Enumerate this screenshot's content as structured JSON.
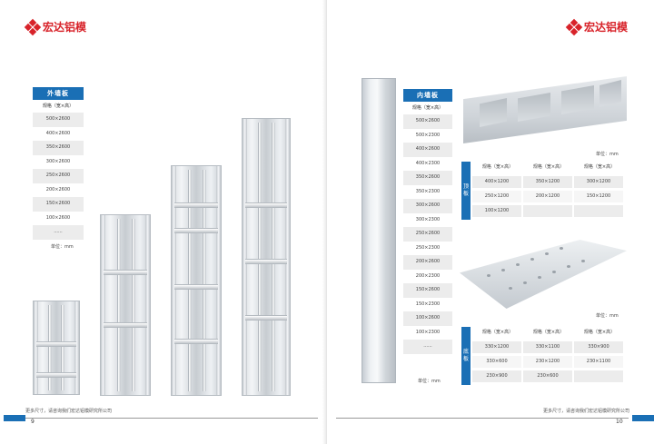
{
  "brand": {
    "name": "宏达铝模",
    "color": "#d8232a"
  },
  "left": {
    "table": {
      "title": "外墙板",
      "subtitle": "规格（宽×高）",
      "rows": [
        "500×2600",
        "400×2600",
        "350×2600",
        "300×2600",
        "250×2600",
        "200×2600",
        "150×2600",
        "100×2600",
        "......"
      ],
      "unit": "单位：mm"
    },
    "footer": "更多尺寸，请咨询我们宏达铝模研究所公司",
    "page_number": "9"
  },
  "right": {
    "table": {
      "title": "内墙板",
      "subtitle": "规格（宽×高）",
      "rows": [
        "500×2600",
        "500×2300",
        "400×2600",
        "400×2300",
        "350×2600",
        "350×2300",
        "300×2600",
        "300×2300",
        "250×2600",
        "250×2300",
        "200×2600",
        "200×2300",
        "150×2600",
        "150×2300",
        "100×2600",
        "100×2300",
        "......"
      ],
      "unit": "单位：mm"
    },
    "table2": {
      "side": "顶板",
      "unit": "单位：mm",
      "headers": [
        "规格（宽×高）",
        "规格（宽×高）",
        "规格（宽×高）"
      ],
      "rows": [
        [
          "400×1200",
          "350×1200",
          "300×1200"
        ],
        [
          "250×1200",
          "200×1200",
          "150×1200"
        ],
        [
          "100×1200",
          "",
          ""
        ]
      ]
    },
    "table3": {
      "side": "底板",
      "unit": "单位：mm",
      "headers": [
        "规格（宽×高）",
        "规格（宽×高）",
        "规格（宽×高）"
      ],
      "rows": [
        [
          "330×1200",
          "330×1100",
          "330×900"
        ],
        [
          "330×600",
          "230×1200",
          "230×1100"
        ],
        [
          "230×900",
          "230×600",
          ""
        ]
      ]
    },
    "footer": "更多尺寸，请咨询我们宏达铝模研究所公司",
    "page_number": "10"
  },
  "accent": "#1a6fb5"
}
